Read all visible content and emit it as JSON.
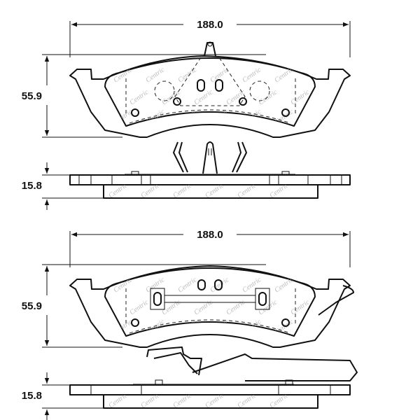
{
  "views": [
    {
      "name": "top-pad",
      "width_label": "188.0",
      "height_label": "55.9",
      "thickness_label": "15.8"
    },
    {
      "name": "bottom-pad",
      "width_label": "188.0",
      "height_label": "55.9",
      "thickness_label": "15.8"
    }
  ],
  "watermark": "Centric"
}
